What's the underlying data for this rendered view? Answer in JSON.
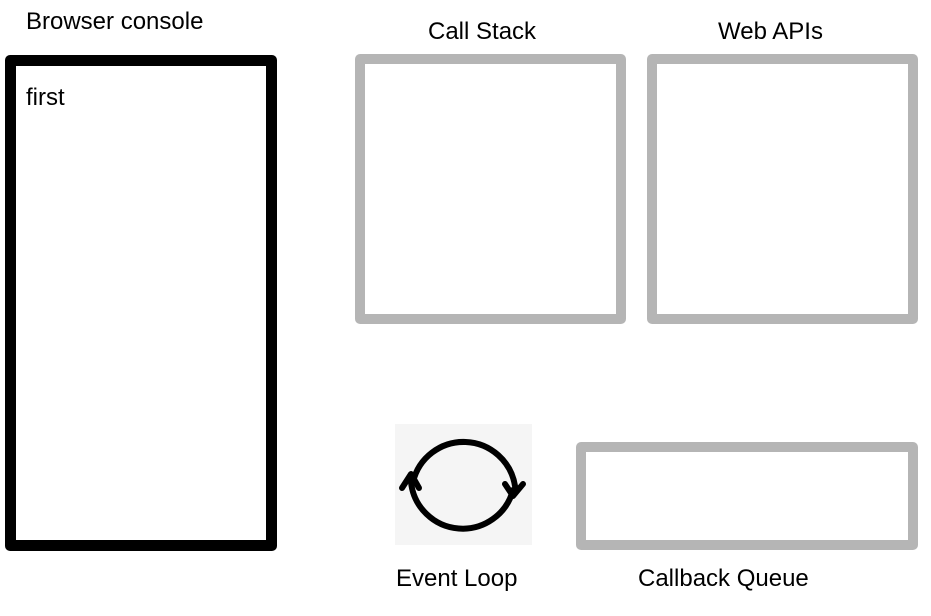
{
  "console": {
    "title": "Browser console",
    "lines": [
      "first"
    ]
  },
  "call_stack": {
    "title": "Call Stack"
  },
  "web_apis": {
    "title": "Web APIs"
  },
  "event_loop": {
    "title": "Event Loop",
    "icon": "refresh-cycle-icon"
  },
  "callback_queue": {
    "title": "Callback Queue"
  },
  "colors": {
    "console_border": "#000000",
    "panel_border": "#b5b5b5",
    "icon_bg": "#f5f5f5"
  }
}
